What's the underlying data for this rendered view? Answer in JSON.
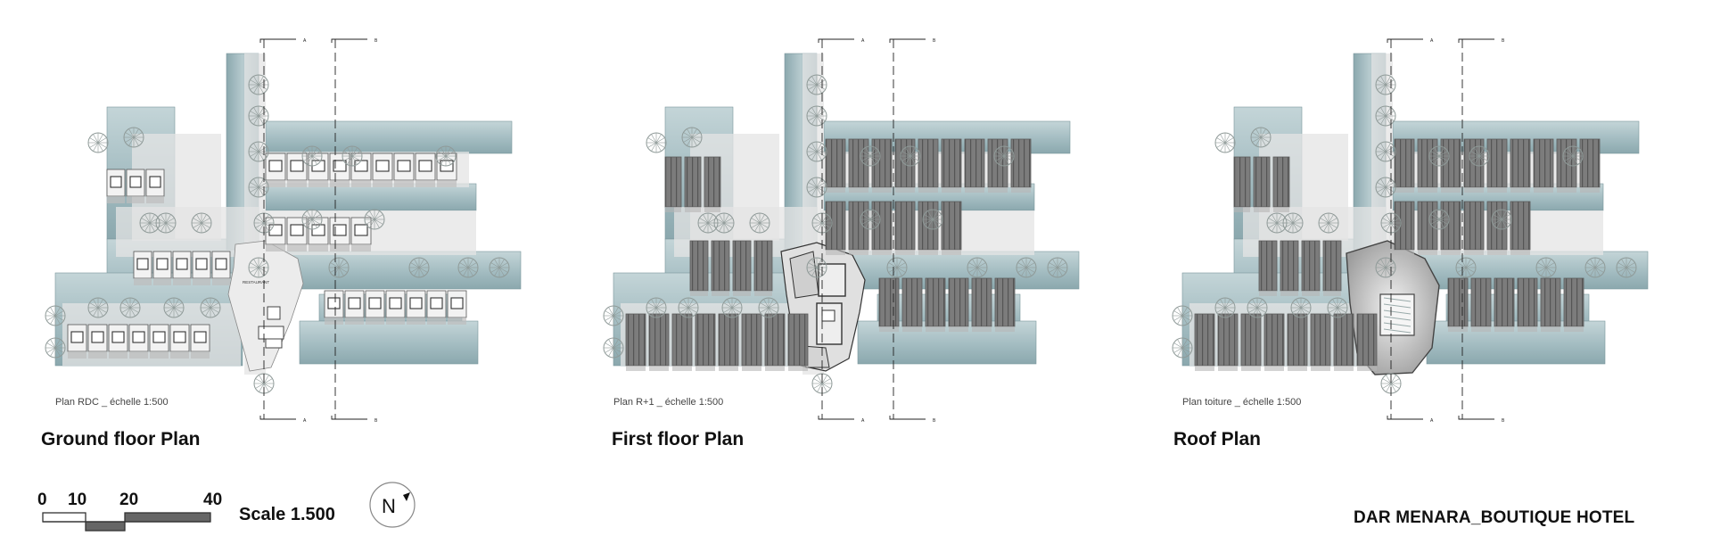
{
  "plans": [
    {
      "title": "Ground floor Plan",
      "caption": "Plan RDC _ échelle 1:500",
      "mode": "ground"
    },
    {
      "title": "First floor Plan",
      "caption": "Plan R+1 _ échelle 1:500",
      "mode": "first"
    },
    {
      "title": "Roof Plan",
      "caption": "Plan toiture _ échelle 1:500",
      "mode": "roof"
    }
  ],
  "section_markers": {
    "a": "A",
    "b": "B"
  },
  "room_label": "RESTAURANT",
  "scale_bar": {
    "ticks": [
      "0",
      "10",
      "20",
      "40"
    ]
  },
  "scale_label": "Scale  1.500",
  "north_label": "N",
  "project_title": "DAR MENARA_BOUTIQUE HOTEL",
  "colors": {
    "water": "#a9c1c6",
    "water_dark": "#88a6ac",
    "ground": "#e4e4e4",
    "roof": "#7e7e7e",
    "roof_dark": "#5a5a5a",
    "tree": "#8f9a98",
    "line": "#555555"
  }
}
